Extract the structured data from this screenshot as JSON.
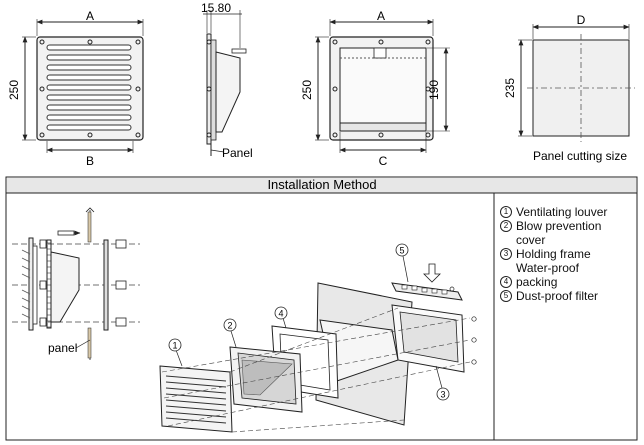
{
  "dims": {
    "a1": "A",
    "b": "B",
    "h250_1": "250",
    "side": "15.80",
    "panel": "Panel",
    "a2": "A",
    "h250_2": "250",
    "h190": "190",
    "c": "C",
    "d": "D",
    "h235": "235",
    "cutting": "Panel cutting size"
  },
  "install": {
    "title": "Installation Method",
    "panel_label": "panel",
    "callouts": [
      "1",
      "2",
      "3",
      "4",
      "5"
    ]
  },
  "legend": [
    {
      "num": "1",
      "text": "Ventilating louver"
    },
    {
      "num": "2",
      "text": "Blow prevention"
    },
    {
      "num": "",
      "text": "cover"
    },
    {
      "num": "3",
      "text": "Holding frame"
    },
    {
      "num": "",
      "text": "Water-proof"
    },
    {
      "num": "4",
      "text": "packing"
    },
    {
      "num": "5",
      "text": "Dust-proof filter"
    }
  ]
}
